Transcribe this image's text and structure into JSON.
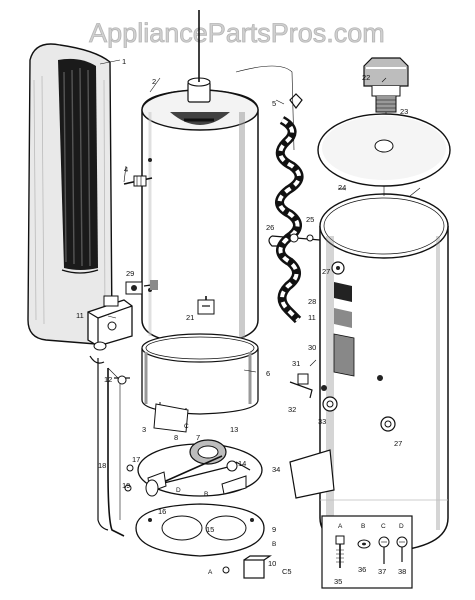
{
  "watermark": "AppliancePartsPros.com",
  "diagram": {
    "code": "C5",
    "callouts": [
      "1",
      "2",
      "3",
      "4",
      "5",
      "6",
      "7",
      "8",
      "9",
      "10",
      "11",
      "12",
      "13",
      "14",
      "15",
      "16",
      "17",
      "18",
      "19",
      "21",
      "22",
      "23",
      "24",
      "25",
      "26",
      "27",
      "28",
      "29",
      "30",
      "31",
      "32",
      "33",
      "34",
      "35",
      "36",
      "37",
      "38"
    ],
    "letters": [
      "A",
      "B",
      "C",
      "D"
    ]
  },
  "inset": {
    "headers": [
      "A",
      "B",
      "C",
      "D"
    ],
    "labels": [
      "35",
      "36",
      "37",
      "38"
    ]
  }
}
